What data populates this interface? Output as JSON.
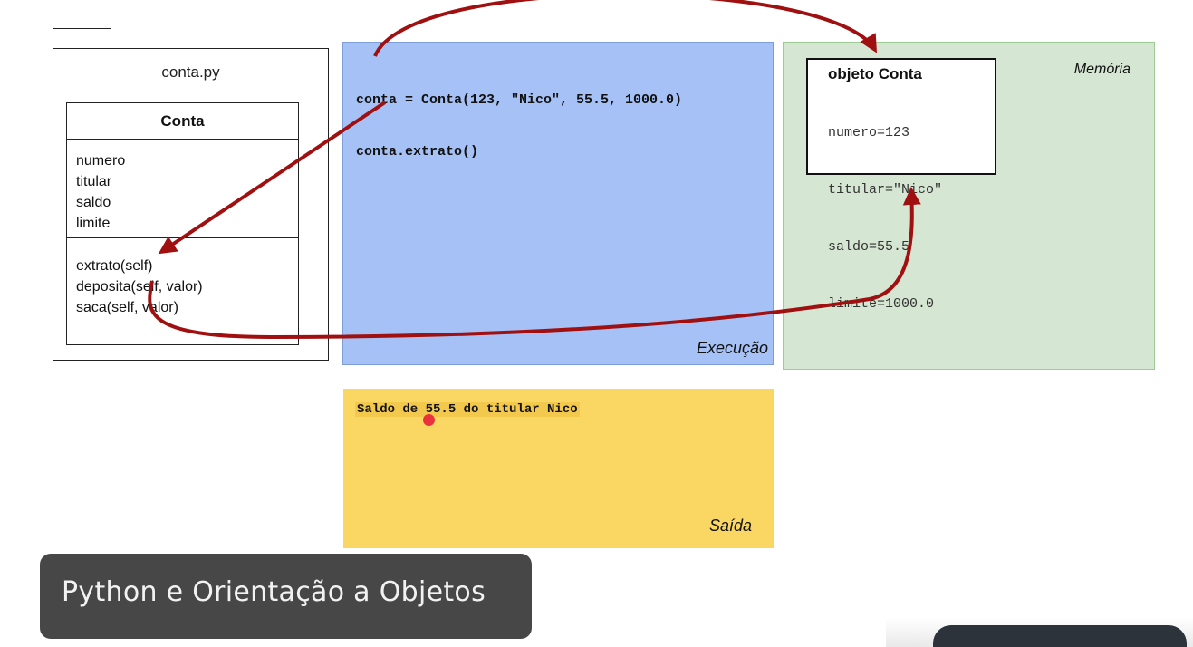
{
  "package": {
    "name": "conta.py",
    "class_name": "Conta",
    "attributes": [
      "numero",
      "titular",
      "saldo",
      "limite"
    ],
    "methods": [
      "extrato(self)",
      "deposita(self, valor)",
      "saca(self, valor)"
    ]
  },
  "execution": {
    "code_lines": [
      "conta = Conta(123, \"Nico\", 55.5, 1000.0)",
      "conta.extrato()"
    ],
    "label": "Execução",
    "color": "#a6c1f5"
  },
  "memory": {
    "label": "Memória",
    "object_title": "objeto Conta",
    "fields": [
      "numero=123",
      "titular=\"Nico\"",
      "saldo=55.5",
      "limite=1000.0"
    ],
    "color": "#d5e7d2"
  },
  "output": {
    "text": "Saldo de 55.5 do titular Nico",
    "label": "Saída",
    "color": "#fad663"
  },
  "caption": {
    "text": "Python e Orientação a Objetos"
  },
  "arrow_color": "#a01010"
}
